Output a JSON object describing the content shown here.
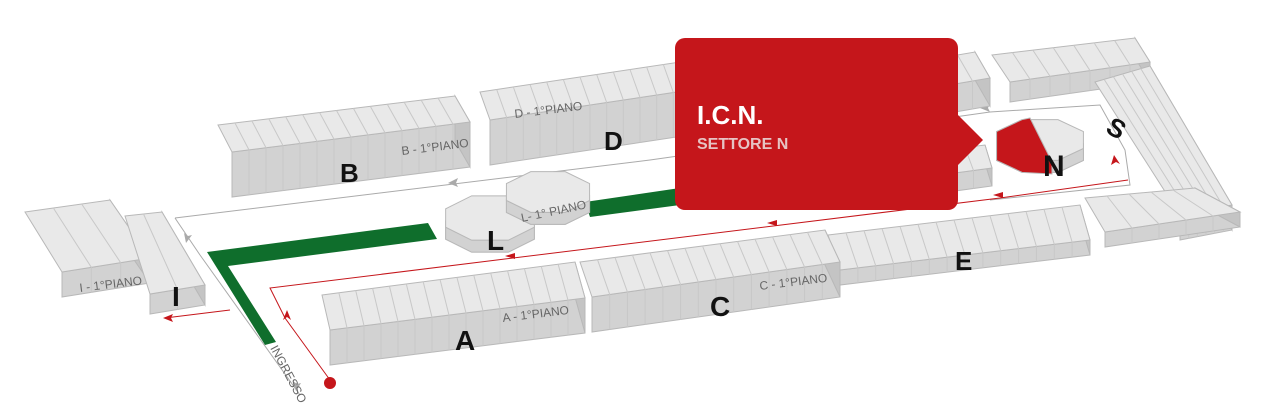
{
  "map": {
    "entrance_label": "INGRESSO",
    "halls": [
      {
        "id": "A",
        "floor_label": "A - 1°PIANO"
      },
      {
        "id": "B",
        "floor_label": "B - 1°PIANO"
      },
      {
        "id": "C",
        "floor_label": "C - 1°PIANO"
      },
      {
        "id": "D",
        "floor_label": "D - 1°PIANO"
      },
      {
        "id": "E"
      },
      {
        "id": "I",
        "floor_label": "I - 1°PIANO"
      },
      {
        "id": "L",
        "floor_label": "L- 1° PIANO"
      },
      {
        "id": "N"
      },
      {
        "id": "S"
      }
    ]
  },
  "popup": {
    "title": "I.C.N.",
    "subtitle": "SETTORE N"
  },
  "colors": {
    "accent": "#c5161b",
    "path": "#0f6e2c",
    "building_top": "#e9e9e9",
    "building_side": "#d2d2d2"
  }
}
